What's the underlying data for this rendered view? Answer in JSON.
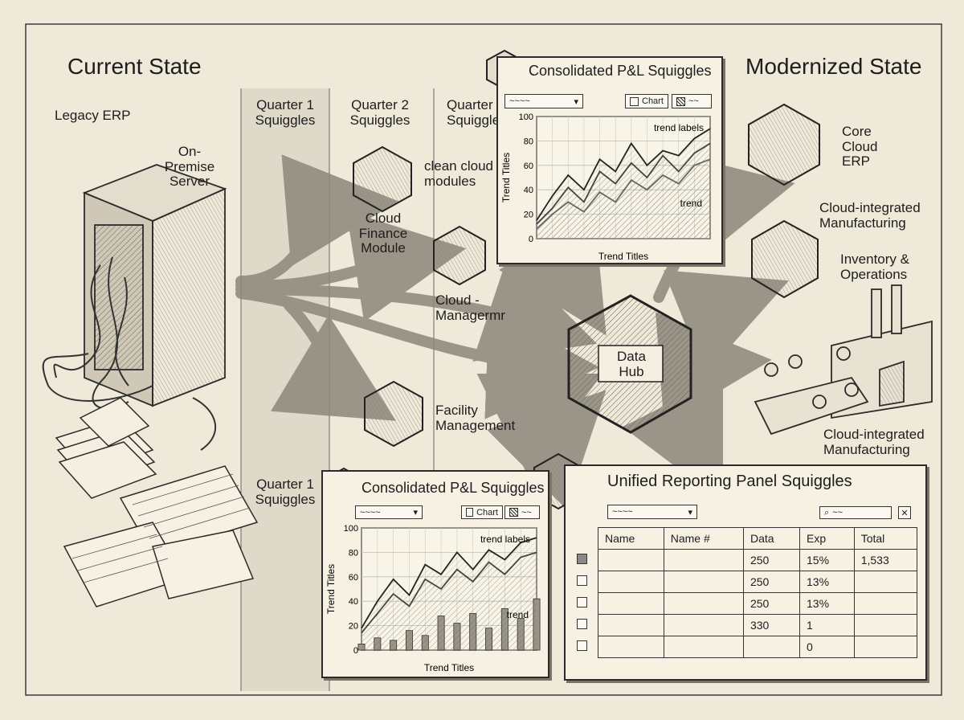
{
  "headings": {
    "current": "Current State",
    "modernized": "Modernized State"
  },
  "current_state": {
    "legacy_erp": "Legacy ERP",
    "server": "On-Premise\nServer"
  },
  "columns": {
    "q1_top": "Quarter 1\nSquiggles",
    "q2_top": "Quarter 2\nSquiggles",
    "q3_top": "Quarter\nSquiggle",
    "q1_bottom": "Quarter 1\nSquiggles"
  },
  "modules": {
    "clean_cloud": "clean cloud\nmodules",
    "cloud_finance": "Cloud\nFinance\nModule",
    "cloud_manager": "Cloud -\nManagermr",
    "facility": "Facility\nManagement",
    "data_hub": "Data\nHub"
  },
  "modern": {
    "core_erp": "Core\nCloud\nERP",
    "manufacturing_top": "Cloud-integrated\nManufacturing",
    "inventory": "Inventory &\nOperations",
    "manufacturing_bottom": "Cloud-integrated\nManufacturing"
  },
  "panel_top": {
    "title": "Consolidated P&L Squiggles",
    "chart_button": "Chart",
    "xlabel": "Trend Titles",
    "ylabel": "Trend Titles",
    "annot_top": "trend labels",
    "annot_bottom": "trend",
    "ticks": [
      "0",
      "20",
      "40",
      "60",
      "80",
      "100"
    ]
  },
  "panel_bottom": {
    "title": "Consolidated P&L Squiggles",
    "chart_button": "Chart",
    "xlabel": "Trend Titles",
    "ylabel": "Trend Titles",
    "annot_top": "trend labels",
    "annot_bottom": "trend",
    "ticks": [
      "0",
      "20",
      "40",
      "60",
      "80",
      "100"
    ]
  },
  "report": {
    "title": "Unified Reporting Panel Squiggles",
    "close": "✕",
    "headers": [
      "Name",
      "Name #",
      "Data",
      "Exp",
      "Total"
    ],
    "rows": [
      {
        "checked": true,
        "data": "250",
        "exp": "15%",
        "total": "1,533"
      },
      {
        "checked": false,
        "data": "250",
        "exp": "13%",
        "total": ""
      },
      {
        "checked": false,
        "data": "250",
        "exp": "13%",
        "total": ""
      },
      {
        "checked": false,
        "data": "330",
        "exp": "1",
        "total": ""
      },
      {
        "checked": false,
        "data": "",
        "exp": "0",
        "total": ""
      }
    ]
  },
  "chart_data": [
    {
      "type": "line",
      "title": "Consolidated P&L Squiggles",
      "xlabel": "Trend Titles",
      "ylabel": "Trend Titles",
      "ylim": [
        0,
        100
      ],
      "x": [
        1,
        2,
        3,
        4,
        5,
        6,
        7,
        8,
        9,
        10,
        11,
        12
      ],
      "series": [
        {
          "values": [
            15,
            35,
            52,
            40,
            65,
            55,
            78,
            60,
            72,
            68,
            82,
            90
          ]
        },
        {
          "values": [
            12,
            25,
            42,
            30,
            55,
            45,
            62,
            50,
            68,
            55,
            70,
            78
          ]
        },
        {
          "values": [
            8,
            20,
            30,
            22,
            38,
            30,
            48,
            40,
            52,
            45,
            60,
            65
          ]
        }
      ]
    },
    {
      "type": "line",
      "title": "Consolidated P&L Squiggles",
      "xlabel": "Trend Titles",
      "ylabel": "Trend Titles",
      "ylim": [
        0,
        100
      ],
      "x": [
        1,
        2,
        3,
        4,
        5,
        6,
        7,
        8,
        9,
        10,
        11,
        12
      ],
      "series": [
        {
          "values": [
            18,
            40,
            58,
            45,
            70,
            62,
            80,
            66,
            82,
            74,
            88,
            92
          ]
        },
        {
          "values": [
            14,
            30,
            46,
            36,
            58,
            50,
            66,
            56,
            72,
            62,
            76,
            80
          ]
        }
      ],
      "bars": [
        5,
        10,
        8,
        16,
        12,
        28,
        22,
        30,
        18,
        34,
        26,
        42
      ]
    }
  ]
}
